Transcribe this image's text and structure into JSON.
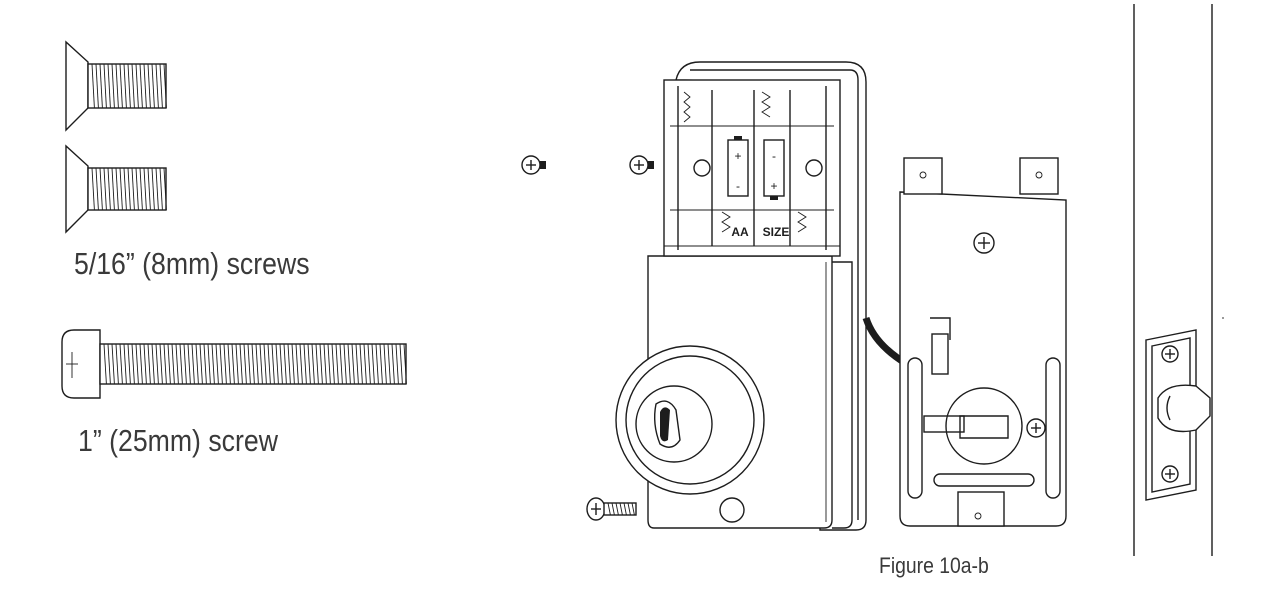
{
  "labels": {
    "short_screws": "5/16” (8mm) screws",
    "long_screw": "1” (25mm) screw",
    "figure_caption": "Figure 10a-b",
    "battery_text_left": "AA",
    "battery_text_right": "SIZE"
  },
  "icons": [
    "flat-head-screw-icon",
    "pan-head-screw-icon",
    "phillips-screw-icon",
    "battery-icon"
  ],
  "colors": {
    "line": "#1d1d1d",
    "text": "#3a3a3a",
    "background": "#ffffff"
  }
}
